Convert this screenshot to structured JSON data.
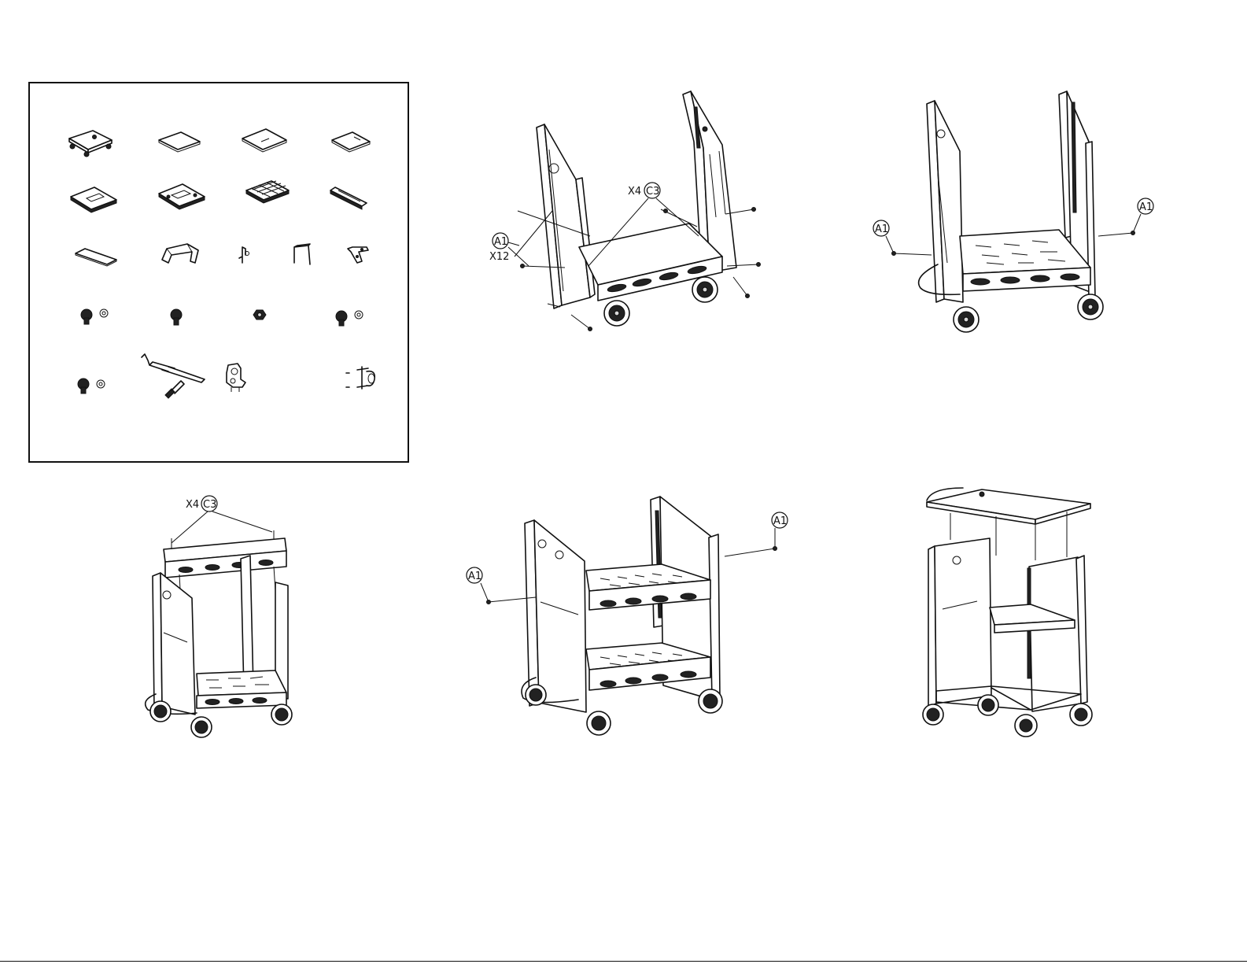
{
  "callouts": {
    "step1": {
      "screw_id": "A1",
      "screw_qty": "X12",
      "bolt_id": "C3",
      "bolt_qty": "X4"
    },
    "step2": {
      "left_id": "A1",
      "right_id": "A1"
    },
    "step3": {
      "bolt_id": "C3",
      "bolt_qty": "X4"
    },
    "step4": {
      "left_id": "A1",
      "right_id": "A1"
    }
  },
  "icons": [
    "base-platform-icon",
    "shelf-panel-icon",
    "shelf-panel-icon",
    "shelf-panel-icon",
    "tray-panel-icon",
    "tray-panel-icon",
    "grill-rack-icon",
    "rail-bracket-icon",
    "flat-plate-icon",
    "bridge-bracket-icon",
    "clip-icon",
    "u-bracket-icon",
    "corner-bracket-icon",
    "screw-washer-icon",
    "screw-icon",
    "nut-icon",
    "screw-washer-icon",
    "screw-washer-icon",
    "hex-key-icon",
    "caster-lock-icon",
    "hook-icon"
  ]
}
